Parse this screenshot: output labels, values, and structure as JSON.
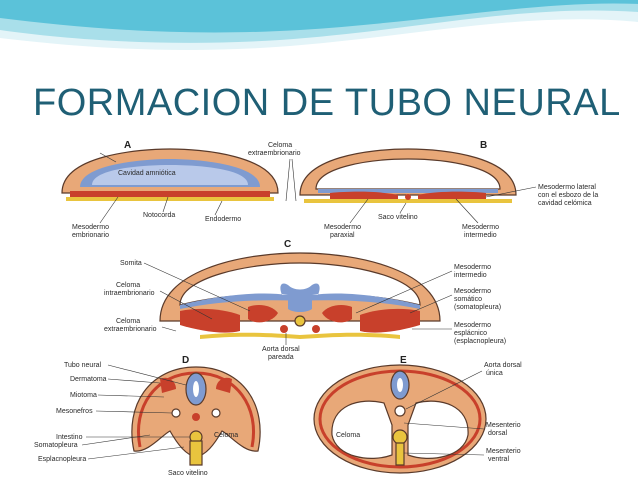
{
  "slide": {
    "title": "FORMACION DE TUBO NEURAL",
    "accent_color": "#1f5f75",
    "header_wave_colors": [
      "#5bc2d9",
      "#a9dfea",
      "#e3f4f8"
    ]
  },
  "diagram": {
    "panels": {
      "a": "A",
      "b": "B",
      "c": "C",
      "d": "D",
      "e": "E"
    },
    "labels": {
      "celoma_extraembrionario_top": "Celoma\nextraembrionario",
      "cavidad_amniotica": "Cavidad amniótica",
      "notocorda": "Notocorda",
      "endodermo": "Endodermo",
      "mesodermo_embrionario": "Mesodermo\nembrionario",
      "saco_vitelino_b": "Saco vitelino",
      "mesodermo_paraxial": "Mesodermo\nparaxial",
      "mesodermo_intermedio_b": "Mesodermo\nintermedio",
      "mesodermo_lateral": "Mesodermo lateral\ncon el esbozo de la\ncavidad celómica",
      "somita": "Somita",
      "celoma_intraembrionario": "Celoma\nintraembrionario",
      "celoma_extraembrionario_c": "Celoma\nextraembrionario",
      "aorta_dorsal_pareada": "Aorta dorsal\npareada",
      "mesodermo_intermedio_c": "Mesodermo\nintermedio",
      "mesodermo_somatico": "Mesodermo\nsomático\n(somatopleura)",
      "mesodermo_esplacnico": "Mesodermo\nesplácnico\n(esplacnopleura)",
      "tubo_neural": "Tubo neural",
      "dermatoma": "Dermatoma",
      "miotoma": "Miotoma",
      "mesonefros": "Mesonefros",
      "intestino": "Intestino",
      "somatopleura": "Somatopleura",
      "esplacnopleura": "Esplacnopleura",
      "celoma_d": "Celoma",
      "saco_vitelino_d": "Saco vitelino",
      "aorta_dorsal_unica": "Aorta dorsal\núnica",
      "celoma_e": "Celoma",
      "mesenterio_dorsal": "Mesenterio\ndorsal",
      "mesenterio_ventral": "Mesenterio\nventral"
    },
    "tissue_colors": {
      "ectoderm": "#7f9bd0",
      "mesoderm": "#c8402b",
      "mesenchyme": "#e8a878",
      "endoderm": "#e9c43e",
      "outline": "#5a3a2a"
    }
  }
}
